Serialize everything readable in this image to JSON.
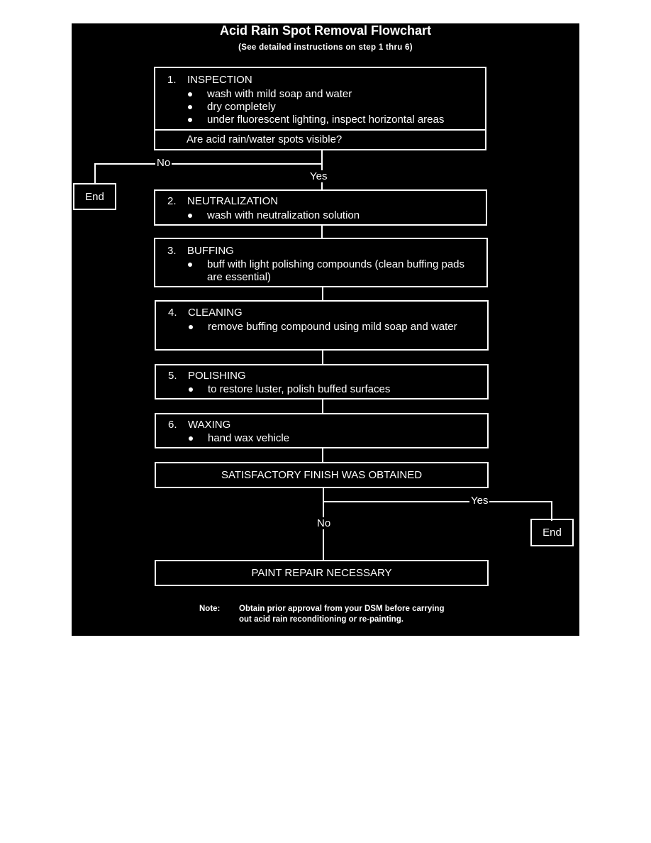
{
  "header": {
    "title": "Acid Rain Spot Removal Flowchart",
    "subtitle": "(See detailed instructions on step 1 thru 6)"
  },
  "steps": [
    {
      "number": "1.",
      "heading": "INSPECTION",
      "bullets": [
        "wash with mild soap and water",
        "dry completely",
        "under fluorescent lighting, inspect horizontal areas"
      ],
      "question": "Are acid rain/water spots visible?"
    },
    {
      "number": "2.",
      "heading": "NEUTRALIZATION",
      "bullets": [
        "wash with neutralization solution"
      ]
    },
    {
      "number": "3.",
      "heading": "BUFFING",
      "bullets": [
        "buff with light polishing compounds (clean buffing pads are essential)"
      ]
    },
    {
      "number": "4.",
      "heading": "CLEANING",
      "bullets": [
        "remove buffing compound using mild soap and water"
      ]
    },
    {
      "number": "5.",
      "heading": "POLISHING",
      "bullets": [
        "to restore luster, polish buffed surfaces"
      ]
    },
    {
      "number": "6.",
      "heading": "WAXING",
      "bullets": [
        "hand wax vehicle"
      ]
    }
  ],
  "decision1": {
    "no_label": "No",
    "yes_label": "Yes",
    "end_label": "End"
  },
  "result_box": "SATISFACTORY FINISH WAS OBTAINED",
  "decision2": {
    "yes_label": "Yes",
    "no_label": "No",
    "end_label": "End"
  },
  "repair_box": "PAINT REPAIR NECESSARY",
  "note": {
    "label": "Note:",
    "text": "Obtain prior approval from your DSM before carrying out acid rain reconditioning or re-painting."
  },
  "colors": {
    "background": "#000000",
    "foreground": "#ffffff",
    "page": "#ffffff"
  }
}
